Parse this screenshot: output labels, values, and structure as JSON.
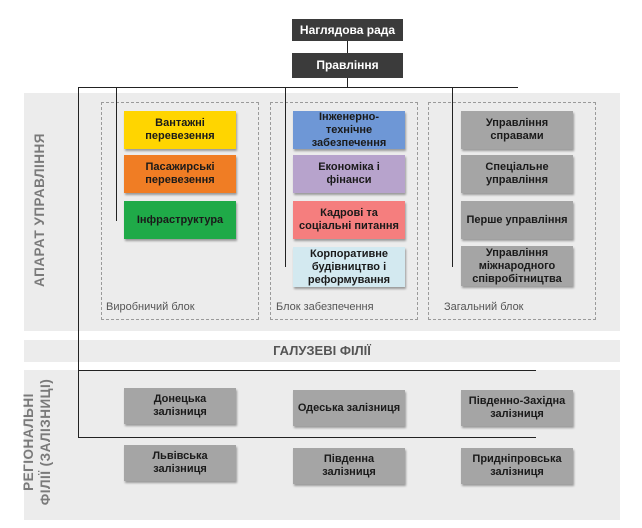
{
  "top": {
    "supervisory_board": "Наглядова рада",
    "board": "Правління"
  },
  "apparatus": {
    "side_label": "АПАРАТ УПРАВЛІННЯ",
    "production": {
      "label": "Виробничий блок",
      "items": [
        "Вантажні перевезення",
        "Пасажирські перевезення",
        "Інфраструктура"
      ],
      "colors": [
        "#ffd500",
        "#f07d24",
        "#1faa48"
      ]
    },
    "support": {
      "label": "Блок забезпечення",
      "items": [
        "Інженерно-технічне забезпечення",
        "Економіка і фінанси",
        "Кадрові та соціальні питання",
        "Корпоративне будівництво і реформування"
      ],
      "colors": [
        "#6e97d6",
        "#b7a3cc",
        "#f57e7e",
        "#d3e9f0"
      ]
    },
    "general": {
      "label": "Загальний блок",
      "items": [
        "Управління справами",
        "Спеціальне управління",
        "Перше управління",
        "Управління міжнародного співробітництва"
      ]
    }
  },
  "branches": {
    "title": "ГАЛУЗЕВІ ФІЛІЇ"
  },
  "regional": {
    "side_label_line1": "РЕГІОНАЛЬНІ",
    "side_label_line2": "ФІЛІЇ (ЗАЛІЗНИЦІ)",
    "row1": [
      "Донецька залізниця",
      "Одеська залізниця",
      "Південно-Західна залізниця"
    ],
    "row2": [
      "Львівська залізниця",
      "Південна залізниця",
      "Придніпровська залізниця"
    ]
  }
}
